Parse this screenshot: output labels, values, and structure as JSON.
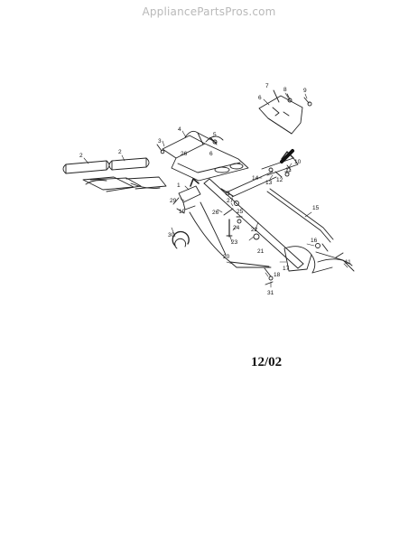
{
  "watermark": "AppliancePartsPros.com",
  "date_code": "12/02",
  "callouts": [
    {
      "id": "c1",
      "text": "1"
    },
    {
      "id": "c2a",
      "text": "2"
    },
    {
      "id": "c2b",
      "text": "2"
    },
    {
      "id": "c3",
      "text": "3"
    },
    {
      "id": "c4",
      "text": "4"
    },
    {
      "id": "c5",
      "text": "5"
    },
    {
      "id": "c6a",
      "text": "6"
    },
    {
      "id": "c6b",
      "text": "6"
    },
    {
      "id": "c7",
      "text": "7"
    },
    {
      "id": "c8",
      "text": "8"
    },
    {
      "id": "c9",
      "text": "9"
    },
    {
      "id": "c10",
      "text": "10"
    },
    {
      "id": "c11a",
      "text": "11"
    },
    {
      "id": "c11b",
      "text": "11"
    },
    {
      "id": "c12",
      "text": "12"
    },
    {
      "id": "c13",
      "text": "13"
    },
    {
      "id": "c14",
      "text": "14"
    },
    {
      "id": "c15",
      "text": "15"
    },
    {
      "id": "c16",
      "text": "16"
    },
    {
      "id": "c17",
      "text": "17"
    },
    {
      "id": "c18",
      "text": "18"
    },
    {
      "id": "c19",
      "text": "19"
    },
    {
      "id": "c20",
      "text": "20"
    },
    {
      "id": "c21",
      "text": "21"
    },
    {
      "id": "c22",
      "text": "22"
    },
    {
      "id": "c23",
      "text": "23"
    },
    {
      "id": "c24",
      "text": "24"
    },
    {
      "id": "c25",
      "text": "25"
    },
    {
      "id": "c26a",
      "text": "26"
    },
    {
      "id": "c26b",
      "text": "26"
    },
    {
      "id": "c27",
      "text": "27"
    },
    {
      "id": "c29",
      "text": "29"
    },
    {
      "id": "c30",
      "text": "30"
    },
    {
      "id": "c31",
      "text": "31"
    }
  ]
}
